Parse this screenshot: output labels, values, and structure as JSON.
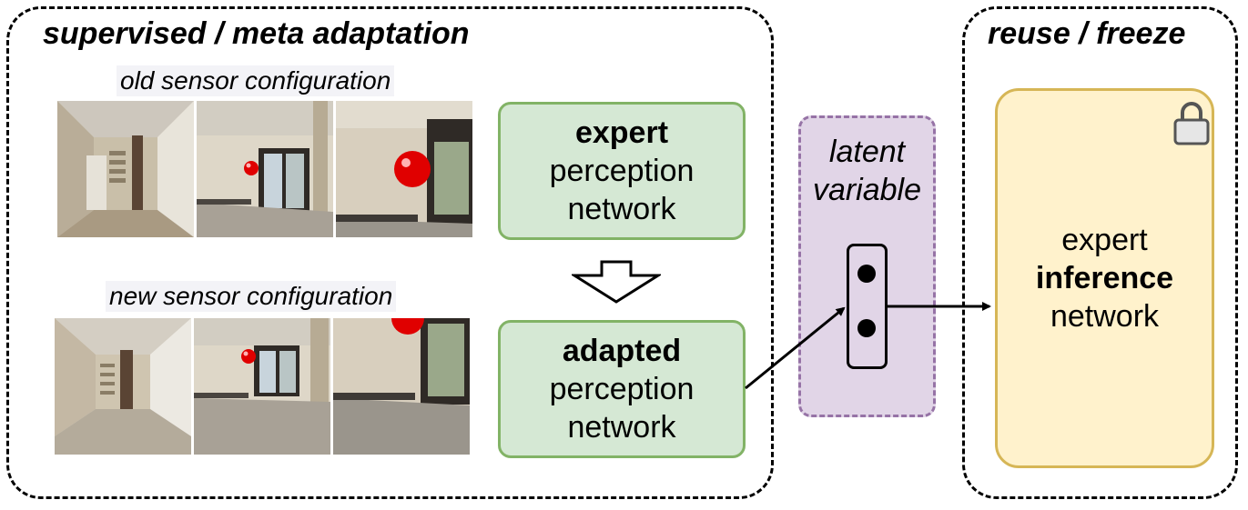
{
  "groups": {
    "left_title": "supervised / meta adaptation",
    "right_title": "reuse / freeze"
  },
  "captions": {
    "old": "old sensor configuration",
    "new": "new sensor configuration"
  },
  "nodes": {
    "expert_perception": {
      "bold": "expert",
      "line2": "perception",
      "line3": "network"
    },
    "adapted_perception": {
      "bold": "adapted",
      "line2": "perception",
      "line3": "network"
    },
    "latent": {
      "line1": "latent",
      "line2": "variable"
    },
    "inference": {
      "line1": "expert",
      "bold": "inference",
      "line3": "network"
    }
  },
  "icons": {
    "transition": "hollow-down-arrow-icon",
    "lock": "lock-icon",
    "vector": "latent-vector-icon"
  },
  "colors": {
    "green_fill": "#d5e8d4",
    "green_stroke": "#82b366",
    "purple_fill": "#e1d5e7",
    "purple_stroke": "#9673a6",
    "yellow_fill": "#fff2cc",
    "yellow_stroke": "#d6b656",
    "ball": "#e00000"
  }
}
